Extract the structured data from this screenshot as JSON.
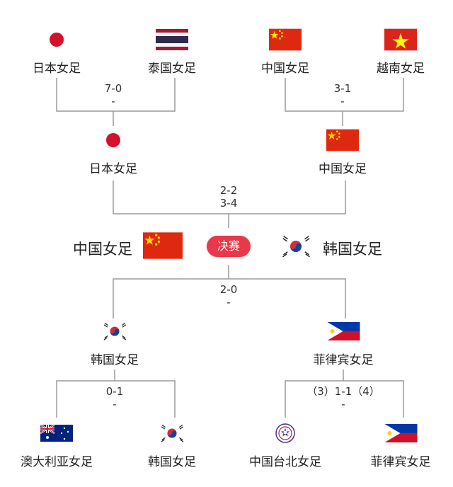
{
  "bracket": {
    "top_left": {
      "team_a": {
        "name": "日本女足",
        "flag": "japan-flag"
      },
      "team_b": {
        "name": "泰国女足",
        "flag": "thailand-flag"
      },
      "score_line1": "7-0",
      "score_line2": "-"
    },
    "top_right": {
      "team_a": {
        "name": "中国女足",
        "flag": "china-flag"
      },
      "team_b": {
        "name": "越南女足",
        "flag": "vietnam-flag"
      },
      "score_line1": "3-1",
      "score_line2": "-"
    },
    "semi_top": {
      "team_a": {
        "name": "日本女足",
        "flag": "japan-flag"
      },
      "team_b": {
        "name": "中国女足",
        "flag": "china-flag"
      },
      "score_line1": "2-2",
      "score_line2": "3-4"
    },
    "final": {
      "badge": "决赛",
      "team_left": {
        "name": "中国女足",
        "flag": "china-flag"
      },
      "team_right": {
        "name": "韩国女足",
        "flag": "korea-flag"
      }
    },
    "semi_bottom": {
      "team_a": {
        "name": "韩国女足",
        "flag": "korea-flag"
      },
      "team_b": {
        "name": "菲律宾女足",
        "flag": "philippines-flag"
      },
      "score_line1": "2-0",
      "score_line2": "-"
    },
    "bottom_left": {
      "team_a": {
        "name": "澳大利亚女足",
        "flag": "australia-flag"
      },
      "team_b": {
        "name": "韩国女足",
        "flag": "korea-flag"
      },
      "score_line1": "0-1",
      "score_line2": "-"
    },
    "bottom_right": {
      "team_a": {
        "name": "中国台北女足",
        "flag": "chinese-taipei-flag"
      },
      "team_b": {
        "name": "菲律宾女足",
        "flag": "philippines-flag"
      },
      "score_line1": "（3）1-1（4）",
      "score_line2": "-"
    }
  },
  "colors": {
    "line": "#9a9a9a",
    "badge": "#e8384a",
    "china_red": "#de2910",
    "gold": "#ffde00"
  }
}
